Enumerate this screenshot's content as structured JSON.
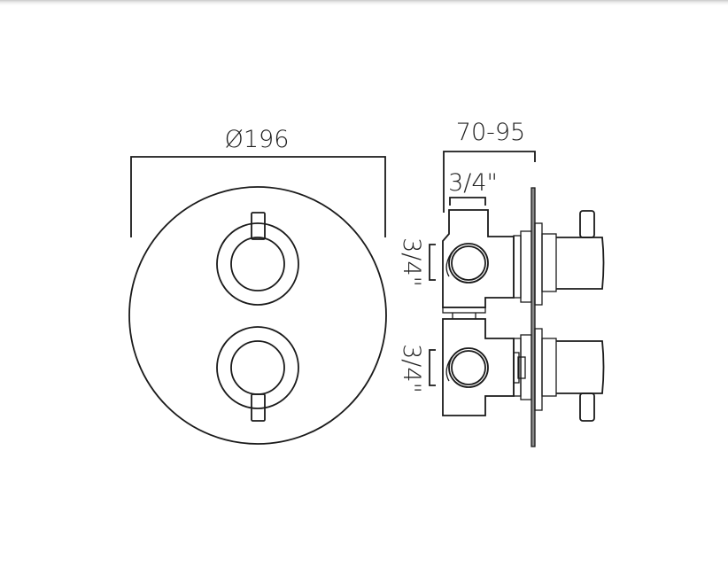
{
  "drawing": {
    "front_view": {
      "diameter_label": "Ø196"
    },
    "side_view": {
      "depth_label": "70-95",
      "top_inlet_label": "3/4\"",
      "upper_inlet_label": "3/4\"",
      "lower_inlet_label": "3/4\""
    }
  },
  "colors": {
    "line": "#1a1a1a",
    "plate_fill": "#8a8a8a",
    "background": "#ffffff"
  }
}
